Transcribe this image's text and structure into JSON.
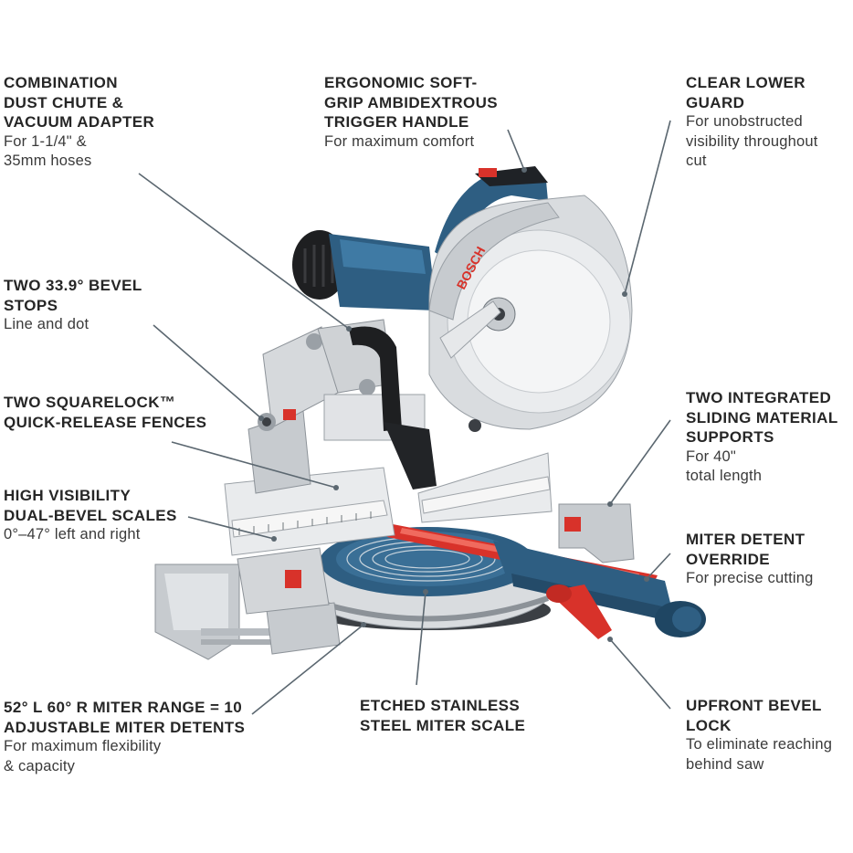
{
  "brand": "BOSCH",
  "colors": {
    "bosch_blue": "#2e5e82",
    "accent_red": "#d8322a",
    "aluminum": "#c7cbcf",
    "leader_line": "#5b6770"
  },
  "callouts": [
    {
      "id": "dust-chute",
      "title": "COMBINATION\nDUST CHUTE &\nVACUUM ADAPTER",
      "subtitle": "For 1-1/4\" &\n35mm hoses"
    },
    {
      "id": "trigger-handle",
      "title": "ERGONOMIC SOFT-\nGRIP AMBIDEXTROUS\nTRIGGER HANDLE",
      "subtitle": "For maximum comfort"
    },
    {
      "id": "lower-guard",
      "title": "CLEAR LOWER\nGUARD",
      "subtitle": "For unobstructed\nvisibility throughout\ncut"
    },
    {
      "id": "bevel-stops",
      "title": "TWO 33.9° BEVEL\nSTOPS",
      "subtitle": "Line and dot"
    },
    {
      "id": "squarelock-fences",
      "title": "TWO SQUARELOCK™\nQUICK-RELEASE FENCES",
      "subtitle": ""
    },
    {
      "id": "material-supports",
      "title": "TWO INTEGRATED\nSLIDING MATERIAL\nSUPPORTS",
      "subtitle": "For 40\"\ntotal length"
    },
    {
      "id": "bevel-scales",
      "title": "HIGH VISIBILITY\nDUAL-BEVEL SCALES",
      "subtitle": "0°–47° left and right"
    },
    {
      "id": "miter-override",
      "title": "MITER DETENT\nOVERRIDE",
      "subtitle": "For precise cutting"
    },
    {
      "id": "miter-range",
      "title": "52° L 60° R MITER RANGE = 10\nADJUSTABLE MITER DETENTS",
      "subtitle": "For maximum flexibility\n& capacity"
    },
    {
      "id": "miter-scale",
      "title": "ETCHED STAINLESS\nSTEEL MITER SCALE",
      "subtitle": ""
    },
    {
      "id": "bevel-lock",
      "title": "UPFRONT BEVEL\nLOCK",
      "subtitle": "To eliminate reaching\nbehind saw"
    }
  ]
}
